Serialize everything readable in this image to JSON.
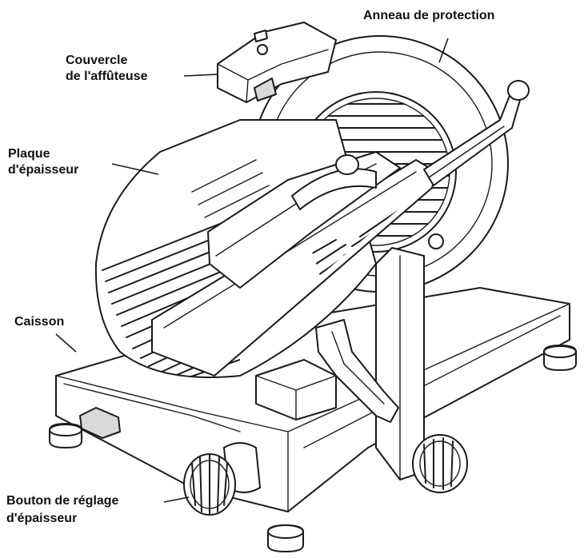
{
  "labels": {
    "ring_guard": "Anneau de protection",
    "sharpener_cover_line1": "Couvercle",
    "sharpener_cover_line2": "de l'affûteuse",
    "thickness_plate_line1": "Plaque",
    "thickness_plate_line2": "d'épaisseur",
    "housing": "Caisson",
    "thickness_knob_line1": "Bouton de réglage",
    "thickness_knob_line2": "d'épaisseur"
  },
  "colors": {
    "ink": "#1a1a1a",
    "background": "#ffffff",
    "shade": "#d9d9d9"
  }
}
